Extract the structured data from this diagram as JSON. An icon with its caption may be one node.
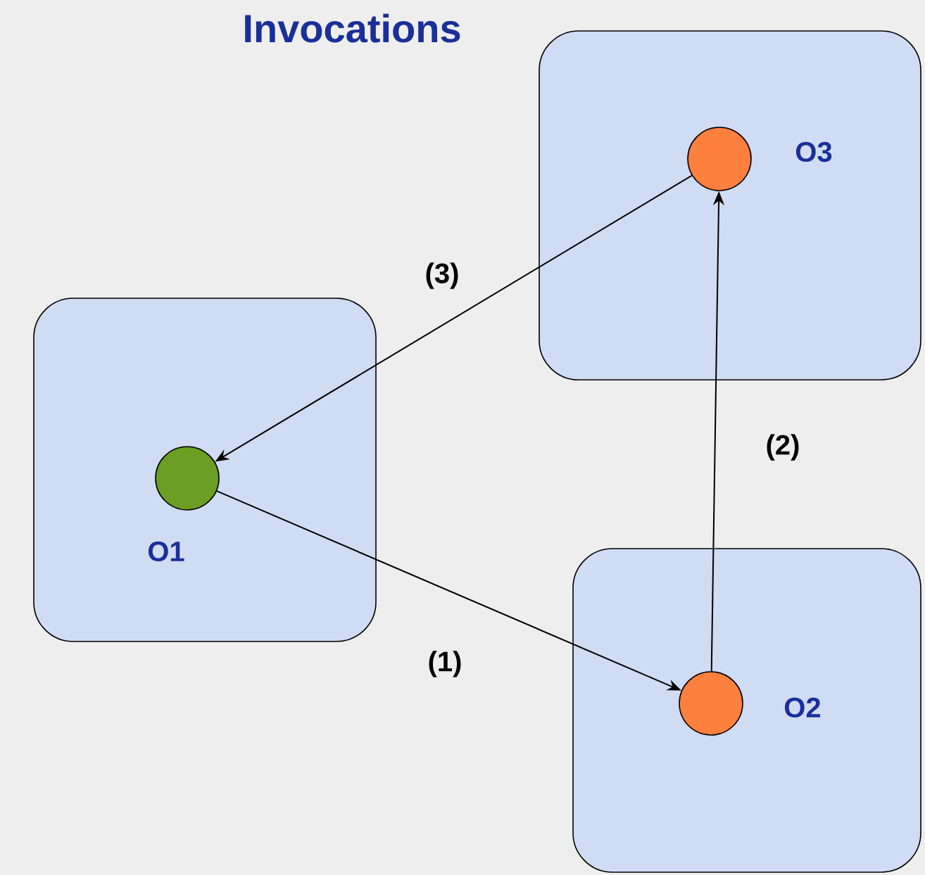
{
  "diagram": {
    "title": "Invocations",
    "nodes": [
      {
        "text": [
          "O1"
        ]
      },
      {
        "text": [],
        "shape": "circle",
        "in": 0
      },
      {
        "text": [
          "O2"
        ]
      },
      {
        "text": [],
        "shape": "circle",
        "in": 2
      },
      {
        "text": [
          "O3"
        ]
      },
      {
        "text": [],
        "shape": "circle",
        "in": 4
      }
    ],
    "edges": [
      {
        "from": 1,
        "to": 3,
        "arrow": "to",
        "label": "(1)"
      },
      {
        "from": 3,
        "to": 5,
        "arrow": "to",
        "label": "(2)"
      },
      {
        "from": 5,
        "to": 1,
        "arrow": "to",
        "label": "(3)"
      }
    ]
  }
}
